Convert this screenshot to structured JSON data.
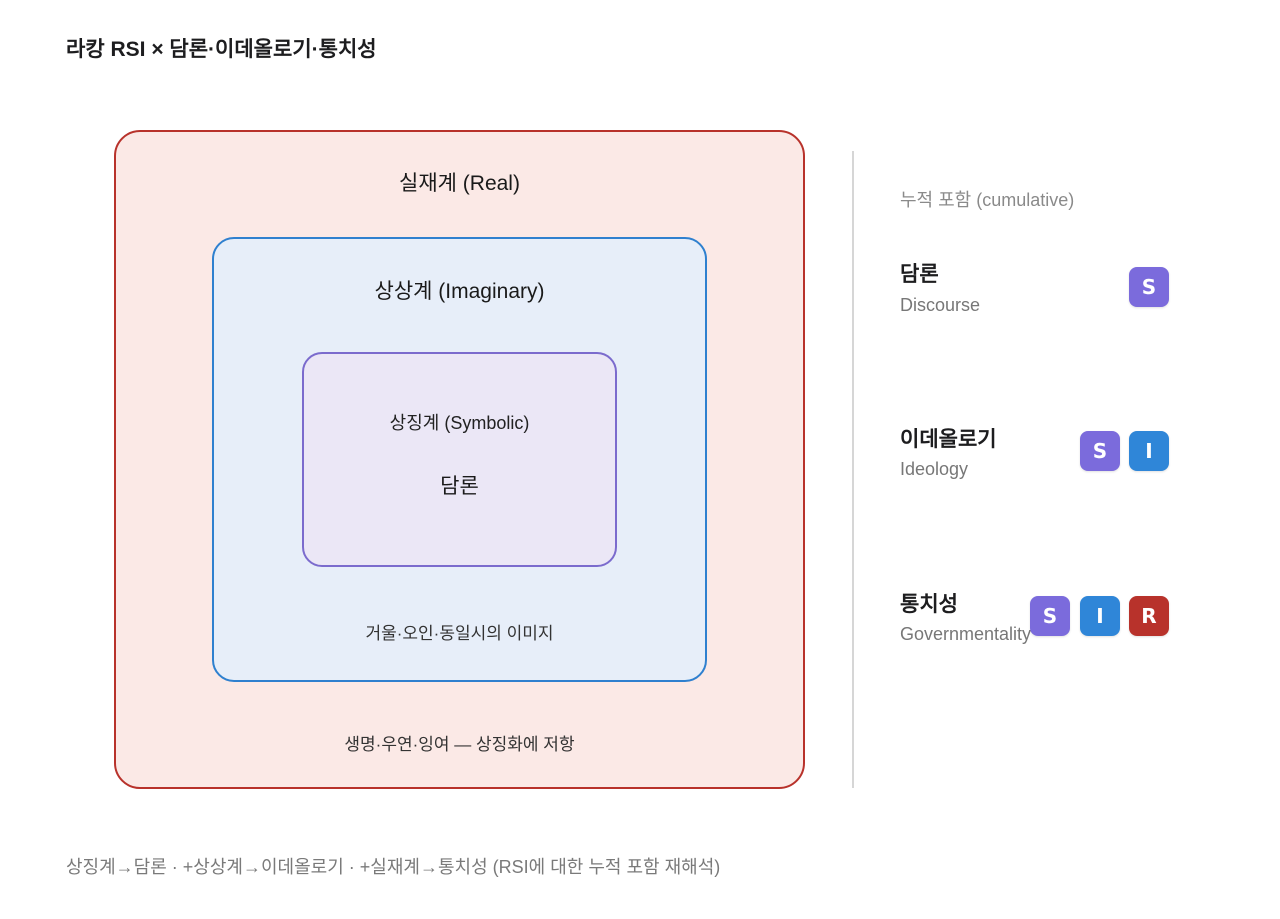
{
  "title": "라캉 RSI × 담론·이데올로기·통치성",
  "diagram": {
    "real": {
      "title": "실재계 (Real)",
      "note": "생명·우연·잉여 — 상징화에 저항",
      "color": "#b8322b"
    },
    "imaginary": {
      "title": "상상계 (Imaginary)",
      "note": "거울·오인·동일시의 이미지",
      "color": "#2f80cf"
    },
    "symbolic": {
      "title": "상징계 (Symbolic)",
      "main": "담론",
      "color": "#7b6bcd"
    }
  },
  "side": {
    "heading": "누적 포함 (cumulative)",
    "rows": [
      {
        "label": "담론",
        "sub": "Discourse",
        "badges": [
          "S"
        ]
      },
      {
        "label": "이데올로기",
        "sub": "Ideology",
        "badges": [
          "S",
          "I"
        ]
      },
      {
        "label": "통치성",
        "sub": "Governmentality",
        "badges": [
          "S",
          "I",
          "R"
        ]
      }
    ]
  },
  "badge_colors": {
    "S": "#7b6bdc",
    "I": "#2f86d8",
    "R": "#b8322b"
  },
  "footer": "상징계→담론 · +상상계→이데올로기 · +실재계→통치성 (RSI에 대한 누적 포함 재해석)"
}
